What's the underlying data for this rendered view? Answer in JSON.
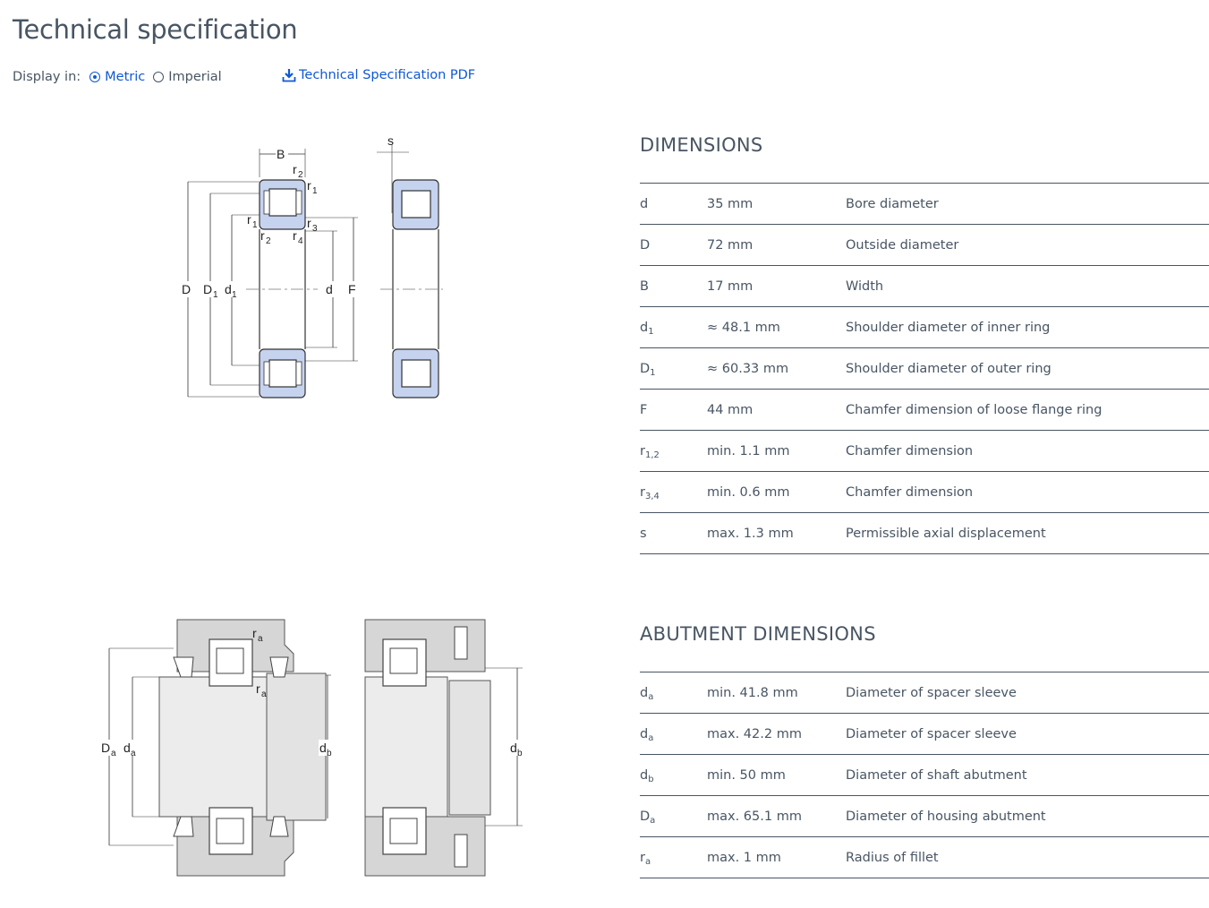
{
  "title": "Technical specification",
  "display": {
    "label": "Display in:",
    "options": [
      "Metric",
      "Imperial"
    ],
    "selected": "Metric"
  },
  "pdf_link": "Technical Specification PDF",
  "dimensions": {
    "heading": "DIMENSIONS",
    "rows": [
      {
        "symbol": "d",
        "sub": "",
        "value": "35 mm",
        "description": "Bore diameter"
      },
      {
        "symbol": "D",
        "sub": "",
        "value": "72 mm",
        "description": "Outside diameter"
      },
      {
        "symbol": "B",
        "sub": "",
        "value": "17 mm",
        "description": "Width"
      },
      {
        "symbol": "d",
        "sub": "1",
        "value": "≈ 48.1 mm",
        "description": "Shoulder diameter of inner ring"
      },
      {
        "symbol": "D",
        "sub": "1",
        "value": "≈ 60.33 mm",
        "description": "Shoulder diameter of outer ring"
      },
      {
        "symbol": "F",
        "sub": "",
        "value": "44 mm",
        "description": "Chamfer dimension of loose flange ring"
      },
      {
        "symbol": "r",
        "sub": "1,2",
        "value": "min. 1.1 mm",
        "description": "Chamfer dimension"
      },
      {
        "symbol": "r",
        "sub": "3,4",
        "value": "min. 0.6 mm",
        "description": "Chamfer dimension"
      },
      {
        "symbol": "s",
        "sub": "",
        "value": "max. 1.3 mm",
        "description": "Permissible axial displacement"
      }
    ]
  },
  "abutment": {
    "heading": "ABUTMENT DIMENSIONS",
    "rows": [
      {
        "symbol": "d",
        "sub": "a",
        "value": "min. 41.8 mm",
        "description": "Diameter of spacer sleeve"
      },
      {
        "symbol": "d",
        "sub": "a",
        "value": "max. 42.2 mm",
        "description": "Diameter of spacer sleeve"
      },
      {
        "symbol": "d",
        "sub": "b",
        "value": "min. 50 mm",
        "description": "Diameter of shaft abutment"
      },
      {
        "symbol": "D",
        "sub": "a",
        "value": "max. 65.1 mm",
        "description": "Diameter of housing abutment"
      },
      {
        "symbol": "r",
        "sub": "a",
        "value": "max. 1 mm",
        "description": "Radius of fillet"
      }
    ]
  },
  "diagram_labels": {
    "B": "B",
    "s": "s",
    "r": "r",
    "D": "D",
    "d": "d",
    "F": "F",
    "sub_1": "1",
    "sub_2": "2",
    "sub_3": "3",
    "sub_4": "4",
    "sub_a": "a",
    "sub_b": "b"
  },
  "colors": {
    "text": "#485563",
    "link": "#0f58d6",
    "bearing_fill": "#c6d3ef",
    "housing_fill": "#d6d6d6"
  }
}
